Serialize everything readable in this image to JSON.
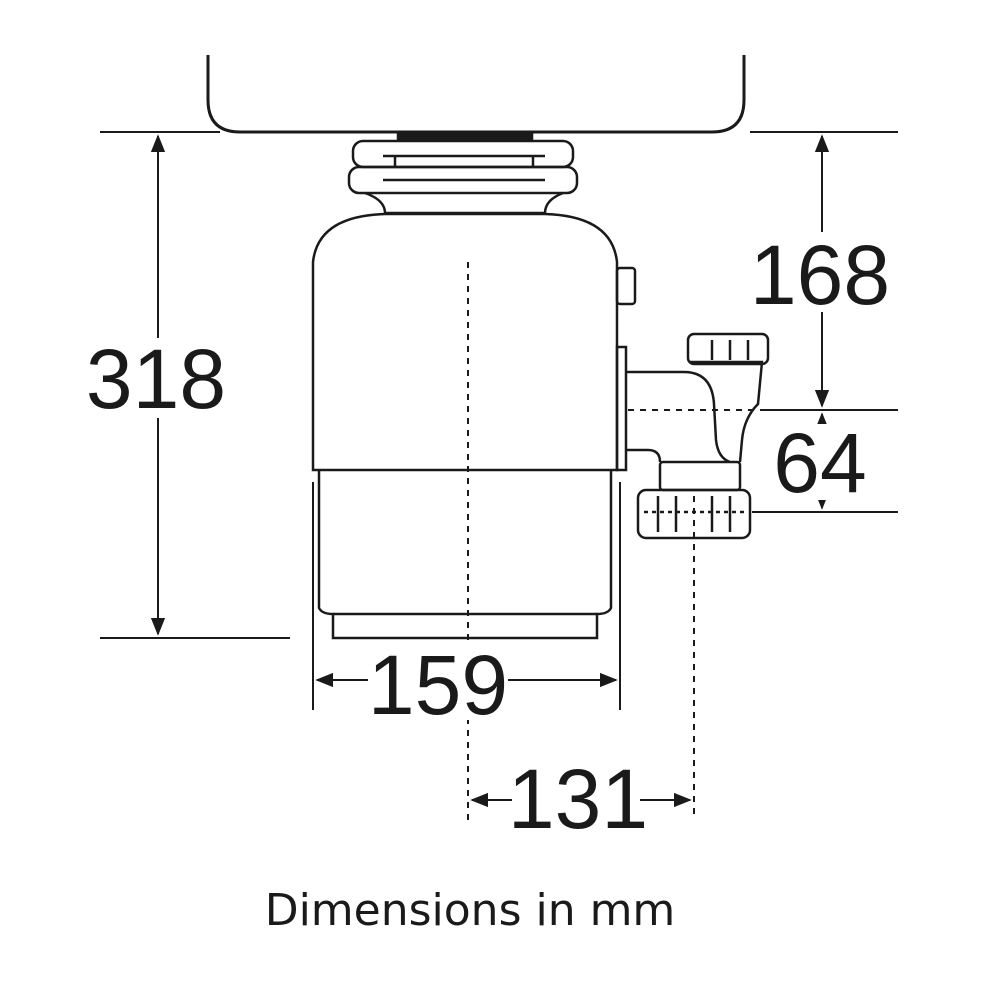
{
  "dimensions": {
    "overall_height": "318",
    "inlet_to_outlet_height": "168",
    "outlet_offset": "64",
    "body_width": "159",
    "outlet_horizontal_offset": "131"
  },
  "caption": "Dimensions in mm",
  "colors": {
    "line": "#1a1a1a",
    "background": "#ffffff"
  }
}
